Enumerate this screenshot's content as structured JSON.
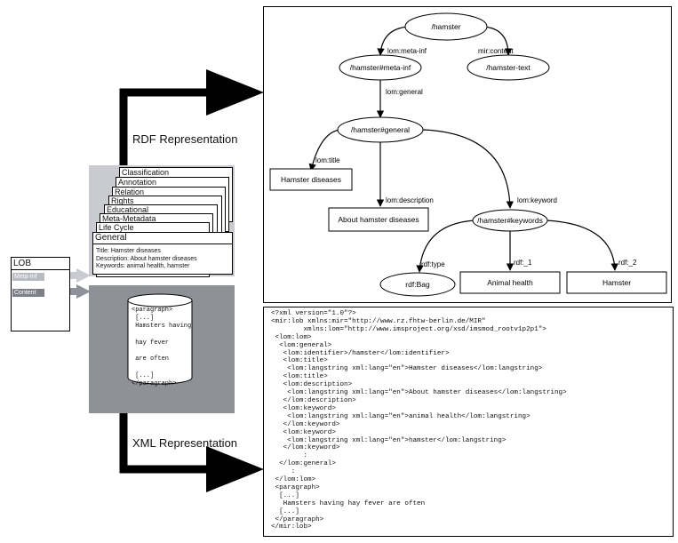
{
  "labels": {
    "rdf_representation": "RDF Representation",
    "xml_representation": "XML Representation"
  },
  "lob": {
    "title": "LOB",
    "meta_inf": "Meta-Inf",
    "content": "Content"
  },
  "cards": [
    "Classification",
    "Annotation",
    "Relation",
    "Rights",
    "Educational",
    "Meta-Metadata",
    "Life Cycle"
  ],
  "general": {
    "title": "General",
    "lines": [
      "Title: Hamster diseases",
      "Description: About hamster diseases",
      "Keywords: animal health, hamster"
    ]
  },
  "cylinder": {
    "text": "<paragraph>\n [...]\n Hamsters having\n\n hay fever\n\n are often\n\n [...]\n</paragraph>"
  },
  "rdf": {
    "nodes": {
      "hamster": "/hamster",
      "meta_inf": "/hamster#meta-inf",
      "text": "/hamster-text",
      "general": "/hamster#general",
      "keywords": "/hamster#keywords",
      "bag": "rdf:Bag"
    },
    "literals": {
      "title": "Hamster diseases",
      "description": "About hamster diseases",
      "animal_health": "Animal health",
      "hamster": "Hamster"
    },
    "edges": {
      "meta_inf": "lom:meta-inf",
      "content": "mir:content",
      "general": "lom:general",
      "title": "lom:title",
      "description": "lom:description",
      "keyword": "lom:keyword",
      "type": "rdf:type",
      "one": "rdf:_1",
      "two": "rdf:_2"
    }
  },
  "xml": {
    "code": "<?xml version=\"1.0\"?>\n<mir:lob xmlns:mir=\"http://www.rz.fhtw-berlin.de/MIR\"\n        xmlns:lom=\"http://www.imsproject.org/xsd/imsmod_rootv1p2p1\">\n <lom:lom>\n  <lom:general>\n   <lom:identifier>/hamster</lom:identifier>\n   <lom:title>\n    <lom:langstring xml:lang=\"en\">Hamster diseases</lom:langstring>\n   <lom:title>\n   <lom:description>\n    <lom:langstring xml:lang=\"en\">About hamster diseases</lom:langstring>\n   </lom:description>\n   <lom:keyword>\n    <lom:langstring xml:lang=\"en\">animal health</lom:langstring>\n   </lom:keyword>\n   <lom:keyword>\n    <lom:langstring xml:lang=\"en\">hamster</lom:langstring>\n   </lom:keyword>\n        :\n  </lom:general>\n     :\n </lom:lom>\n <paragraph>\n  [...]\n   Hamsters having hay fever are often\n  [...]\n </paragraph>\n</mir:lob>"
  }
}
